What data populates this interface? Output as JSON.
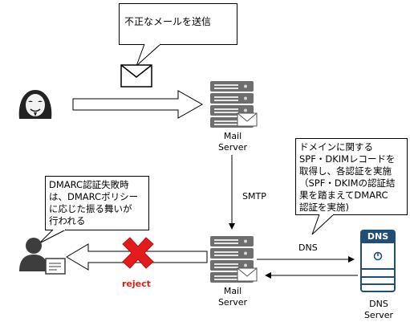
{
  "callouts": {
    "attacker_note": "不正なメールを送信",
    "dns_note": [
      "ドメインに関する",
      "SPF・DKIMレコードを",
      "取得し、各認証を実施",
      "（SPF・DKIMの認証結",
      "果を踏まえてDMARC",
      "認証を実施)"
    ],
    "recipient_note": [
      "DMARC認証失敗時",
      "は、DMARCポリシー",
      "に応じた振る舞いが",
      "行われる"
    ]
  },
  "servers": {
    "sender": {
      "line1": "Mail",
      "line2": "Server"
    },
    "receiver": {
      "line1": "Mail",
      "line2": "Server"
    }
  },
  "dns": {
    "badge": "DNS",
    "line1": "DNS",
    "line2": "Server"
  },
  "edges": {
    "smtp": "SMTP",
    "dns_query": "DNS",
    "reject": "reject"
  },
  "colors": {
    "server_gray": "#6e6e6e",
    "server_dark": "#4a4a4a",
    "dns_blue": "#1f4e79",
    "reject_red": "#e31b1b"
  }
}
